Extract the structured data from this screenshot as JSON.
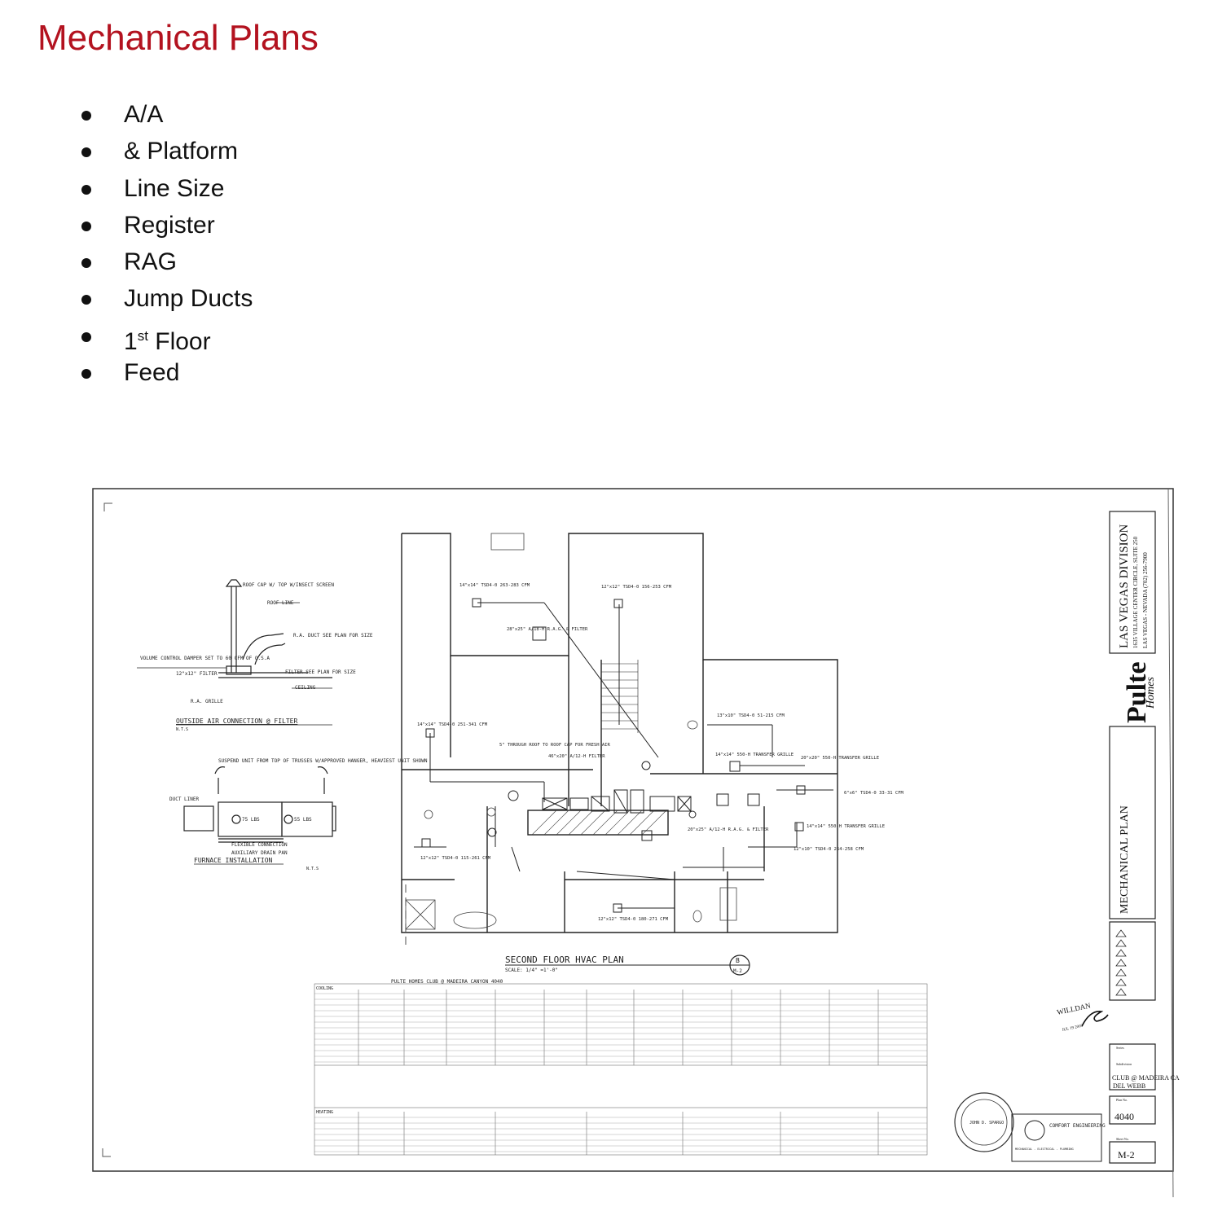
{
  "slide": {
    "title": "Mechanical Plans",
    "bullets": [
      {
        "text": "A/A"
      },
      {
        "text": "& Platform"
      },
      {
        "text": "Line Size"
      },
      {
        "text": "Register"
      },
      {
        "text": "RAG"
      },
      {
        "text": "Jump Ducts"
      },
      {
        "text": "1",
        "sup": "st",
        "tail": " Floor"
      },
      {
        "text": "Feed"
      }
    ]
  },
  "drawing": {
    "plan_title": "SECOND FLOOR HVAC PLAN",
    "plan_scale": "SCALE: 1/4\" =1'-0\"",
    "detail_marker": {
      "letter": "B",
      "sheet": "M-2"
    },
    "details": {
      "outside_air_title": "OUTSIDE AIR CONNECTION @ FILTER",
      "furnace_title": "FURNACE INSTALLATION",
      "nts": "N.T.S",
      "notes": {
        "roof_cap": "ROOF CAP W/ TOP W/INSECT SCREEN",
        "roof_line": "ROOF LINE",
        "ra_duct": "R.A. DUCT SEE PLAN FOR SIZE",
        "volume_damper": "VOLUME CONTROL DAMPER SET TO 60 CFM OF O.S.A",
        "filter_size": "12\"x12\" FILTER",
        "filter_see": "FILTER SEE PLAN FOR SIZE",
        "ceiling": "CEILING",
        "ra_grille": "R.A. GRILLE",
        "suspend": "SUSPEND UNIT FROM TOP OF TRUSSES W/APPROVED HANGER, HEAVIEST UNIT SHOWN",
        "duct_liner": "DUCT LINER",
        "weight1": "75 LBS",
        "weight2": "55 LBS",
        "flex": "FLEXIBLE CONNECTION",
        "drain": "AUXILIARY DRAIN PAN"
      }
    },
    "plan_labels": {
      "l1": "14\"x14\" TSD4-0 263-283 CFM",
      "l2": "12\"x12\" TSD4-0 156-253 CFM",
      "l3": "28\"x25\" A/18-H R.A.G. & FILTER",
      "l4": "14\"x14\" TSD4-0 251-341 CFM",
      "l5": "5\" THROUGH ROOF TO ROOF CAP FOR FRESH AIR",
      "l6": "46\"x20\" A/12-H FILTER",
      "l7": "14\"x14\" 550-H TRANSFER GRILLE",
      "l8": "20\"x20\" 550-H TRANSFER GRILLE",
      "l9": "20\"x25\" A/12-H R.A.G. & FILTER",
      "l10": "6\"x6\" TSD4-0 33-31 CFM",
      "l11": "14\"x14\" 550-H TRANSFER GRILLE",
      "l12": "12\"x12\" TSD4-0 115-261 CFM",
      "l13": "12\"x12\" TSD4-0 180-271 CFM",
      "l14": "12\"x10\" TSD4-0 254-258 CFM",
      "l15": "13\"x10\" TSD4-0 51-215 CFM"
    },
    "load_table": {
      "title": "PULTE HOMES CLUB @ MADEIRA CANYON 4040",
      "cooling": "COOLING",
      "heating": "HEATING"
    },
    "title_block": {
      "division": "LAS VEGAS DIVISION",
      "address1": "1635 VILLAGE CENTER CIRCLE, SUITE 250",
      "address2": "LAS VEGAS - NEVADA   (702) 256-7900",
      "brand": "Pulte",
      "brand_sub": "Homes",
      "sheet_title": "MECHANICAL PLAN",
      "subdivision": "CLUB @ MADEIRA CANYON",
      "series": "DEL WEBB",
      "plan_no": "4040",
      "sheet_no": "M-2",
      "series_label": "Series",
      "subdivision_label": "Subdivision",
      "plan_label": "Plan No.",
      "sheet_label": "Sheet No.",
      "engineer_firm": "COMFORT ENGINEERING",
      "engineer_sub": "MECHANICAL - ELECTRICAL - PLUMBING",
      "stamp_text": "JOHN D. SPARGO",
      "willdan": "WILLDAN",
      "approval_date": "JUL 19 2005"
    }
  }
}
